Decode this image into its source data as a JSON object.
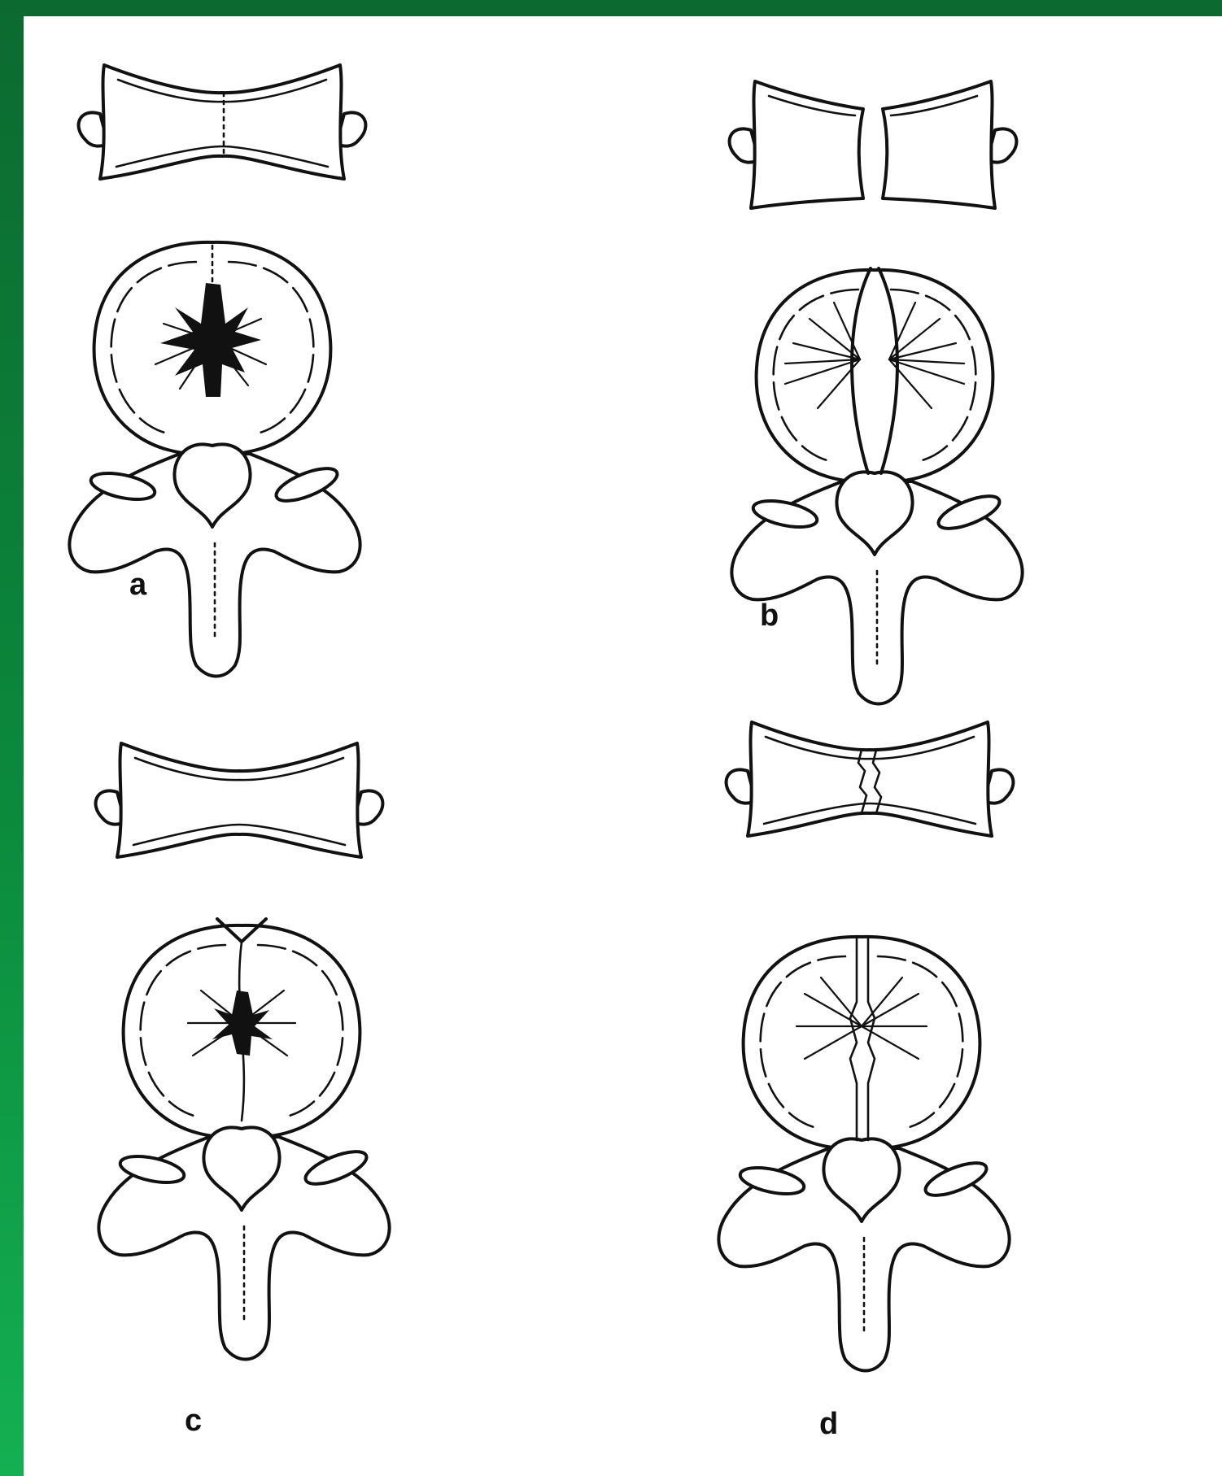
{
  "panels": [
    {
      "id": "a",
      "label": "a"
    },
    {
      "id": "b",
      "label": "b"
    },
    {
      "id": "c",
      "label": "c"
    },
    {
      "id": "d",
      "label": "d"
    }
  ],
  "colors": {
    "background_green": "#0b8a3c",
    "panel": "#ffffff",
    "ink": "#111111"
  }
}
